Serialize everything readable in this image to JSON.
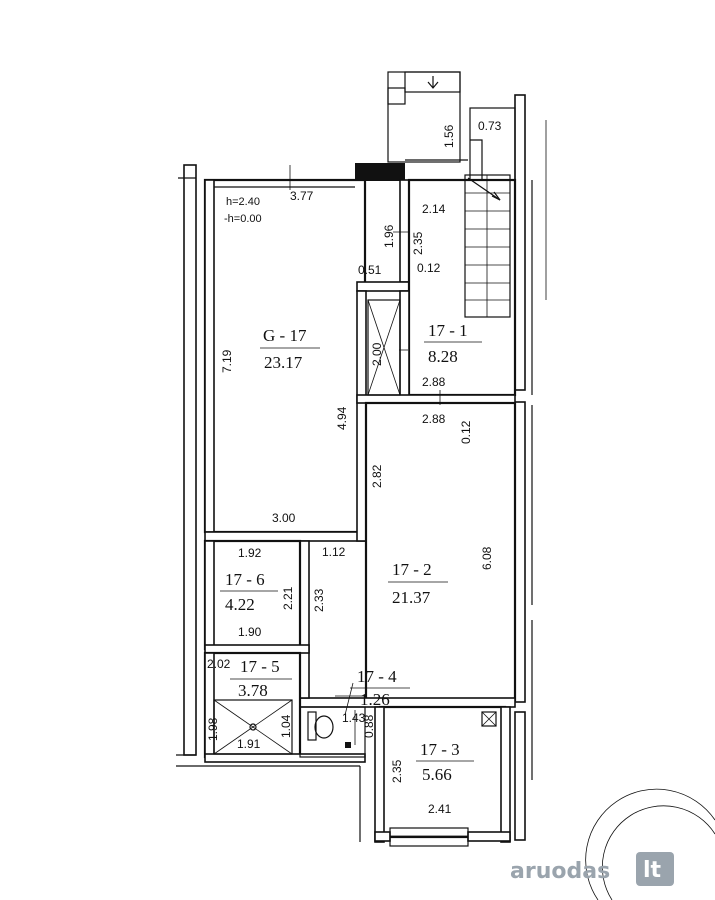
{
  "header_note": {
    "height": "h=2.40",
    "floor": "-h=0.00"
  },
  "rooms": [
    {
      "code": "G - 17",
      "area": "23.17"
    },
    {
      "code": "17 - 1",
      "area": "8.28"
    },
    {
      "code": "17 - 2",
      "area": "21.37"
    },
    {
      "code": "17 - 6",
      "area": "4.22"
    },
    {
      "code": "17 - 5",
      "area": "3.78"
    },
    {
      "code": "17 - 4",
      "area": "1.26"
    },
    {
      "code": "17 - 3",
      "area": "5.66"
    }
  ],
  "dimensions": {
    "d_1_56": "1.56",
    "d_0_73": "0.73",
    "d_3_77": "3.77",
    "d_2_14": "2.14",
    "d_1_96": "1.96",
    "d_2_35_top": "2.35",
    "d_0_51": "0.51",
    "d_0_12_top": "0.12",
    "d_7_19": "7.19",
    "d_2_00": "2.00",
    "d_2_88_a": "2.88",
    "d_2_88_b": "2.88",
    "d_0_12_mid": "0.12",
    "d_4_94": "4.94",
    "d_2_82": "2.82",
    "d_3_00": "3.00",
    "d_6_08": "6.08",
    "d_1_92": "1.92",
    "d_1_12": "1.12",
    "d_2_21": "2.21",
    "d_2_33": "2.33",
    "d_1_90": "1.90",
    "d_2_02": "2.02",
    "d_1_43": "1.43",
    "d_0_88": "0.88",
    "d_1_98": "1.98",
    "d_1_04": "1.04",
    "d_1_91": "1.91",
    "d_2_35_bot": "2.35",
    "d_2_41": "2.41"
  },
  "watermark": {
    "brand": "aruodas",
    "tld": "lt"
  },
  "colors": {
    "ink": "#111111",
    "paper": "#ffffff",
    "watermark": "#9aa4ad"
  }
}
